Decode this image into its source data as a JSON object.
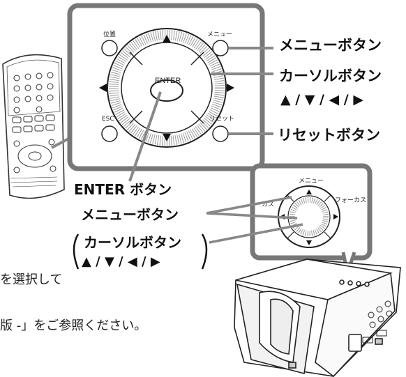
{
  "labels": {
    "menu_button": "メニューボタン",
    "cursor_button": "カーソルボタン",
    "cursor_arrows": "▲ / ▼ / ◀ / ▶",
    "reset_button": "リセットボタン",
    "enter_button": "ENTER ボタン",
    "menu_button_2": "メニューボタン",
    "cursor_button_2": "カーソルボタン",
    "cursor_arrows_2": "▲ / ▼ / ◀ / ▶"
  },
  "remote_panel": {
    "position": "位置",
    "menu": "メニュー",
    "enter": "ENTER",
    "esc": "ESC",
    "reset": "リセット"
  },
  "projector_panel": {
    "menu": "メニュー",
    "focus_minus": "ーカス",
    "focus_plus": "フォーカス"
  },
  "body_text": {
    "line1": "を選択して",
    "line2": "版 -」をご参照ください。"
  },
  "colors": {
    "callout_gray": "#888888",
    "frame_gray": "#777777",
    "ink": "#1a1a1a"
  }
}
